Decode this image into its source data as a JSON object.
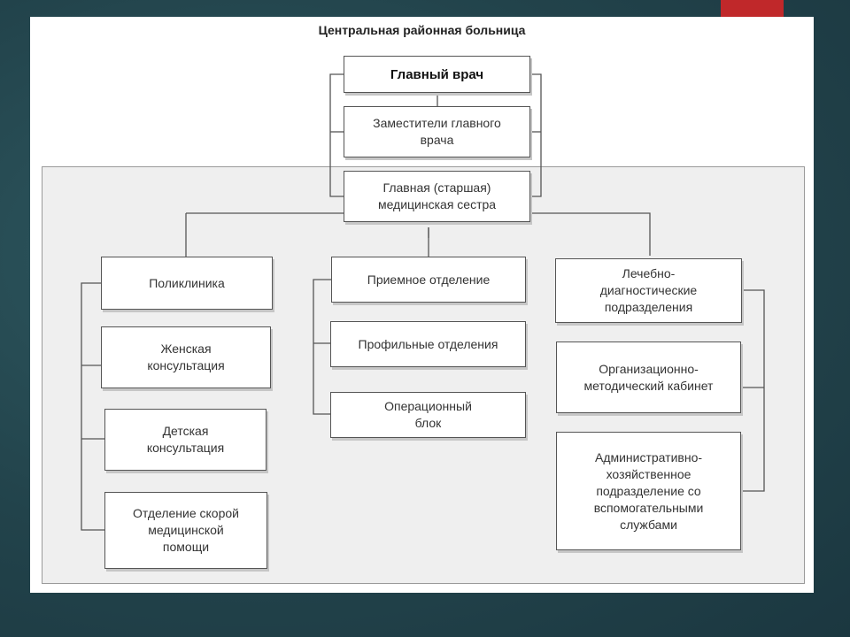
{
  "diagram": {
    "title": "Центральная районная больница",
    "top": {
      "chief": "Главный врач",
      "deputies": "Заместители главного\nврача",
      "head_nurse": "Главная (старшая)\nмедицинская сестра"
    },
    "left_branch": [
      "Поликлиника",
      "Женская\nконсультация",
      "Детская\nконсультация",
      "Отделение скорой\nмедицинской\nпомощи"
    ],
    "middle_branch": [
      "Приемное отделение",
      "Профильные отделения",
      "Операционный\nблок"
    ],
    "right_branch": [
      "Лечебно-\nдиагностические\nподразделения",
      "Организационно-\nметодический кабинет",
      "Административно-\nхозяйственное\nподразделение со\nвспомогательными\nслужбами"
    ]
  },
  "colors": {
    "background": "#22434b",
    "accent": "#c0282a",
    "panel": "#efefef"
  }
}
